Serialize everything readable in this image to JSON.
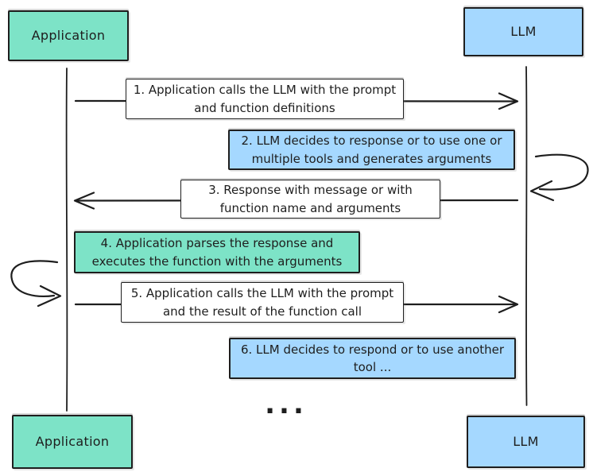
{
  "actors": {
    "top_left": "Application",
    "top_right": "LLM",
    "bottom_left": "Application",
    "bottom_right": "LLM"
  },
  "messages": [
    {
      "text": "1. Application calls the LLM with the prompt and function definitions",
      "fill": "white",
      "from": "Application",
      "to": "LLM"
    },
    {
      "text": "2. LLM decides to response or to use one or multiple tools and generates arguments",
      "fill": "blue",
      "self": "LLM"
    },
    {
      "text": "3. Response with message or with function name and arguments",
      "fill": "white",
      "from": "LLM",
      "to": "Application"
    },
    {
      "text": "4. Application parses the response and executes the function with the arguments",
      "fill": "teal",
      "self": "Application"
    },
    {
      "text": "5. Application calls the LLM with the prompt and the result of the function call",
      "fill": "white",
      "from": "Application",
      "to": "LLM"
    },
    {
      "text": "6. LLM decides to respond or to use another tool ...",
      "fill": "blue"
    }
  ],
  "ellipsis": "...",
  "colors": {
    "teal": "#7de3c7",
    "blue": "#a5d8ff",
    "stroke": "#1e1e1e",
    "box_white": "#ffffff"
  }
}
